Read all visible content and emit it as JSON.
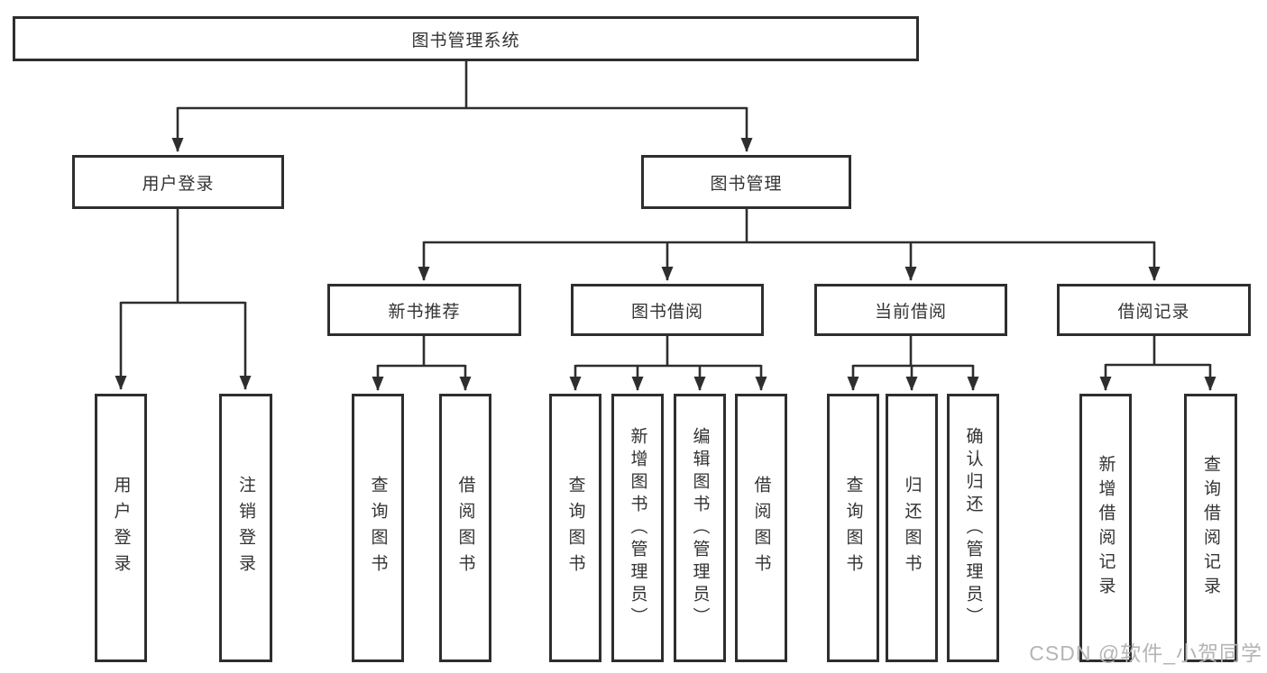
{
  "diagram": {
    "root": {
      "label": "图书管理系统"
    },
    "branches": {
      "user_login": {
        "label": "用户登录"
      },
      "book_mgmt": {
        "label": "图书管理"
      }
    },
    "modules": {
      "new_book_rec": {
        "label": "新书推荐"
      },
      "book_borrow": {
        "label": "图书借阅"
      },
      "current_borrow": {
        "label": "当前借阅"
      },
      "borrow_records": {
        "label": "借阅记录"
      }
    },
    "leaves": {
      "user_login_leaf": "用户登录",
      "logout_leaf": "注销登录",
      "newbook_query": "查询图书",
      "newbook_borrow": "借阅图书",
      "borrow_query": "查询图书",
      "borrow_add": "新增图书（管理员）",
      "borrow_edit": "编辑图书（管理员）",
      "borrow_borrow": "借阅图书",
      "current_query": "查询图书",
      "current_return": "归还图书",
      "current_confirm": "确认归还（管理员）",
      "records_add": "新增借阅记录",
      "records_query": "查询借阅记录"
    }
  },
  "watermark": "CSDN @软件_小贺同学",
  "colors": {
    "line": "#2e2e2e",
    "text": "#333333",
    "watermark": "#b5b5b5",
    "background": "#ffffff"
  }
}
